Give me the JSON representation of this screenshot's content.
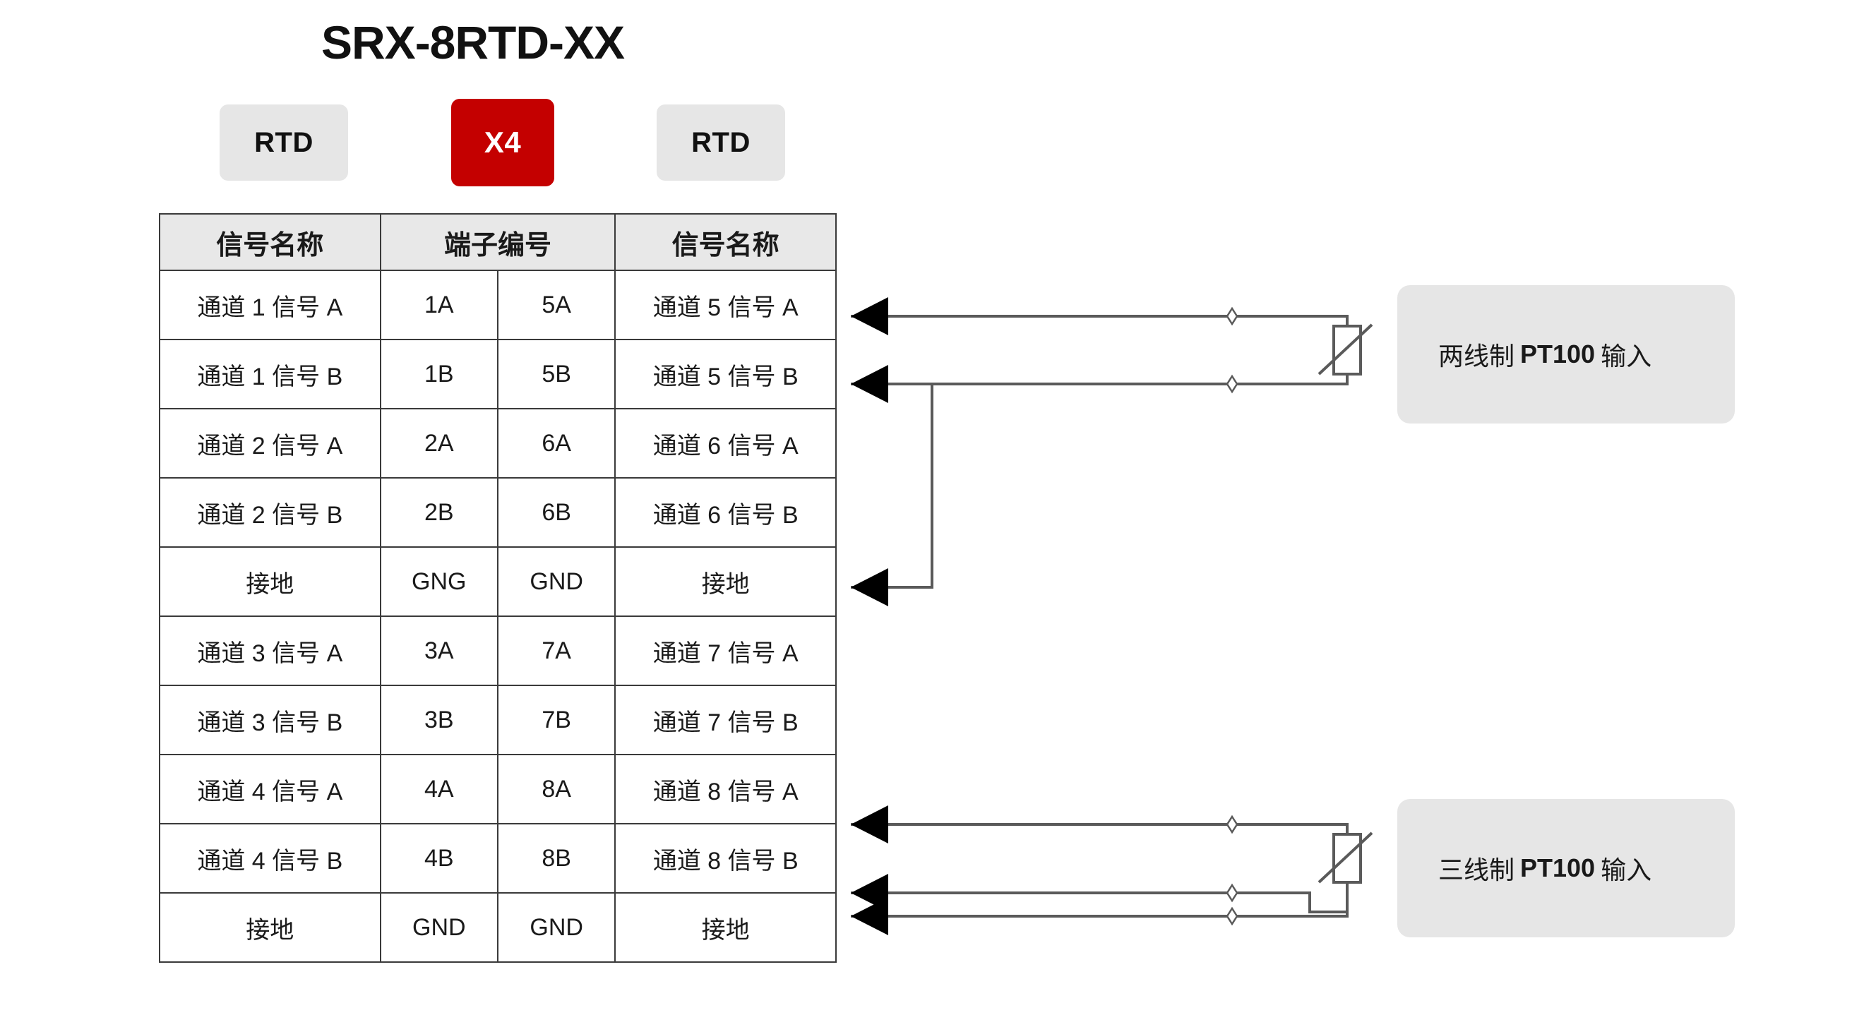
{
  "title": "SRX-8RTD-XX",
  "chips": [
    {
      "name": "rtd-left",
      "label": "RTD"
    },
    {
      "name": "x4",
      "label": "X4"
    },
    {
      "name": "rtd-right",
      "label": "RTD"
    }
  ],
  "colors": {
    "accent_red": "#C40000",
    "chip_gray": "#E6E6E6",
    "header_gray": "#E8E8E8",
    "border_dark": "#3A3A3A",
    "wire": "#5A5A5A"
  },
  "table": {
    "headers": {
      "signal_left": "信号名称",
      "terminal": "端子编号",
      "signal_right": "信号名称"
    },
    "rows": [
      {
        "signal_left": "通道 1 信号 A",
        "term_left": "1A",
        "term_right": "5A",
        "signal_right": "通道 5 信号 A"
      },
      {
        "signal_left": "通道 1 信号 B",
        "term_left": "1B",
        "term_right": "5B",
        "signal_right": "通道 5 信号 B"
      },
      {
        "signal_left": "通道 2 信号 A",
        "term_left": "2A",
        "term_right": "6A",
        "signal_right": "通道 6 信号 A"
      },
      {
        "signal_left": "通道 2 信号 B",
        "term_left": "2B",
        "term_right": "6B",
        "signal_right": "通道 6 信号 B"
      },
      {
        "signal_left": "接地",
        "term_left": "GNG",
        "term_right": "GND",
        "signal_right": "接地"
      },
      {
        "signal_left": "通道 3 信号 A",
        "term_left": "3A",
        "term_right": "7A",
        "signal_right": "通道 7 信号 A"
      },
      {
        "signal_left": "通道 3 信号 B",
        "term_left": "3B",
        "term_right": "7B",
        "signal_right": "通道 7 信号 B"
      },
      {
        "signal_left": "通道 4 信号 A",
        "term_left": "4A",
        "term_right": "8A",
        "signal_right": "通道 8 信号 A"
      },
      {
        "signal_left": "通道 4 信号 B",
        "term_left": "4B",
        "term_right": "8B",
        "signal_right": "通道 8 信号 B"
      },
      {
        "signal_left": "接地",
        "term_left": "GND",
        "term_right": "GND",
        "signal_right": "接地"
      }
    ]
  },
  "callouts": [
    {
      "name": "two-wire",
      "prefix": "两线制",
      "emphasis": "PT100",
      "suffix": "输入",
      "connected_terminals": [
        "5A",
        "5B",
        "GND"
      ]
    },
    {
      "name": "three-wire",
      "prefix": "三线制",
      "emphasis": "PT100",
      "suffix": "输入",
      "connected_terminals": [
        "8A",
        "8B",
        "GND"
      ]
    }
  ]
}
